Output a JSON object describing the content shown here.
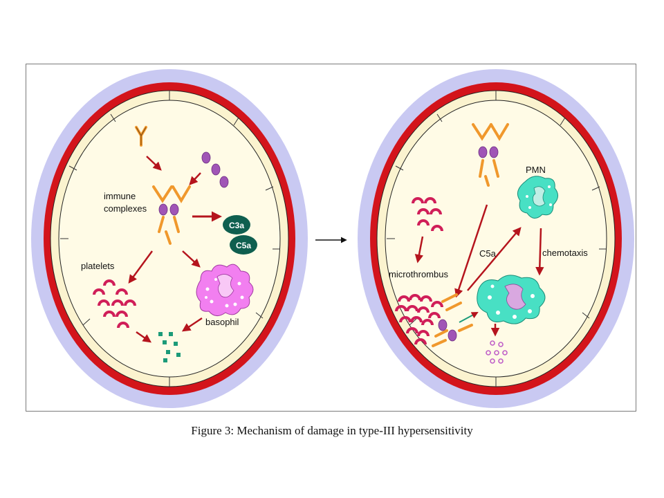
{
  "caption": "Figure 3: Mechanism of damage in type-III hypersensitivity",
  "colors": {
    "adventitia": "#c9c9f2",
    "vessel_wall": "#d3141b",
    "endothelium": "#fbf3cf",
    "lumen": "#fffbe6",
    "immunoglobulin": "#f0982c",
    "complement_bead": "#a055b6",
    "arrow": "#b5141d",
    "c3a_c5a": "#0f5f4f",
    "platelet": "#d01e58",
    "basophil": "#f27ff0",
    "pmn": "#48e0c4",
    "mediator_green": "#1c9b79"
  },
  "left_panel": {
    "immune_complexes_label": "immune\ncomplexes",
    "c3a": "C3a",
    "c5a": "C5a",
    "platelets_label": "platelets",
    "basophil_label": "basophil"
  },
  "right_panel": {
    "pmn_label": "PMN",
    "c5a_label": "C5a",
    "chemotaxis_label": "chemotaxis",
    "microthrombus_label": "microthrombus"
  }
}
